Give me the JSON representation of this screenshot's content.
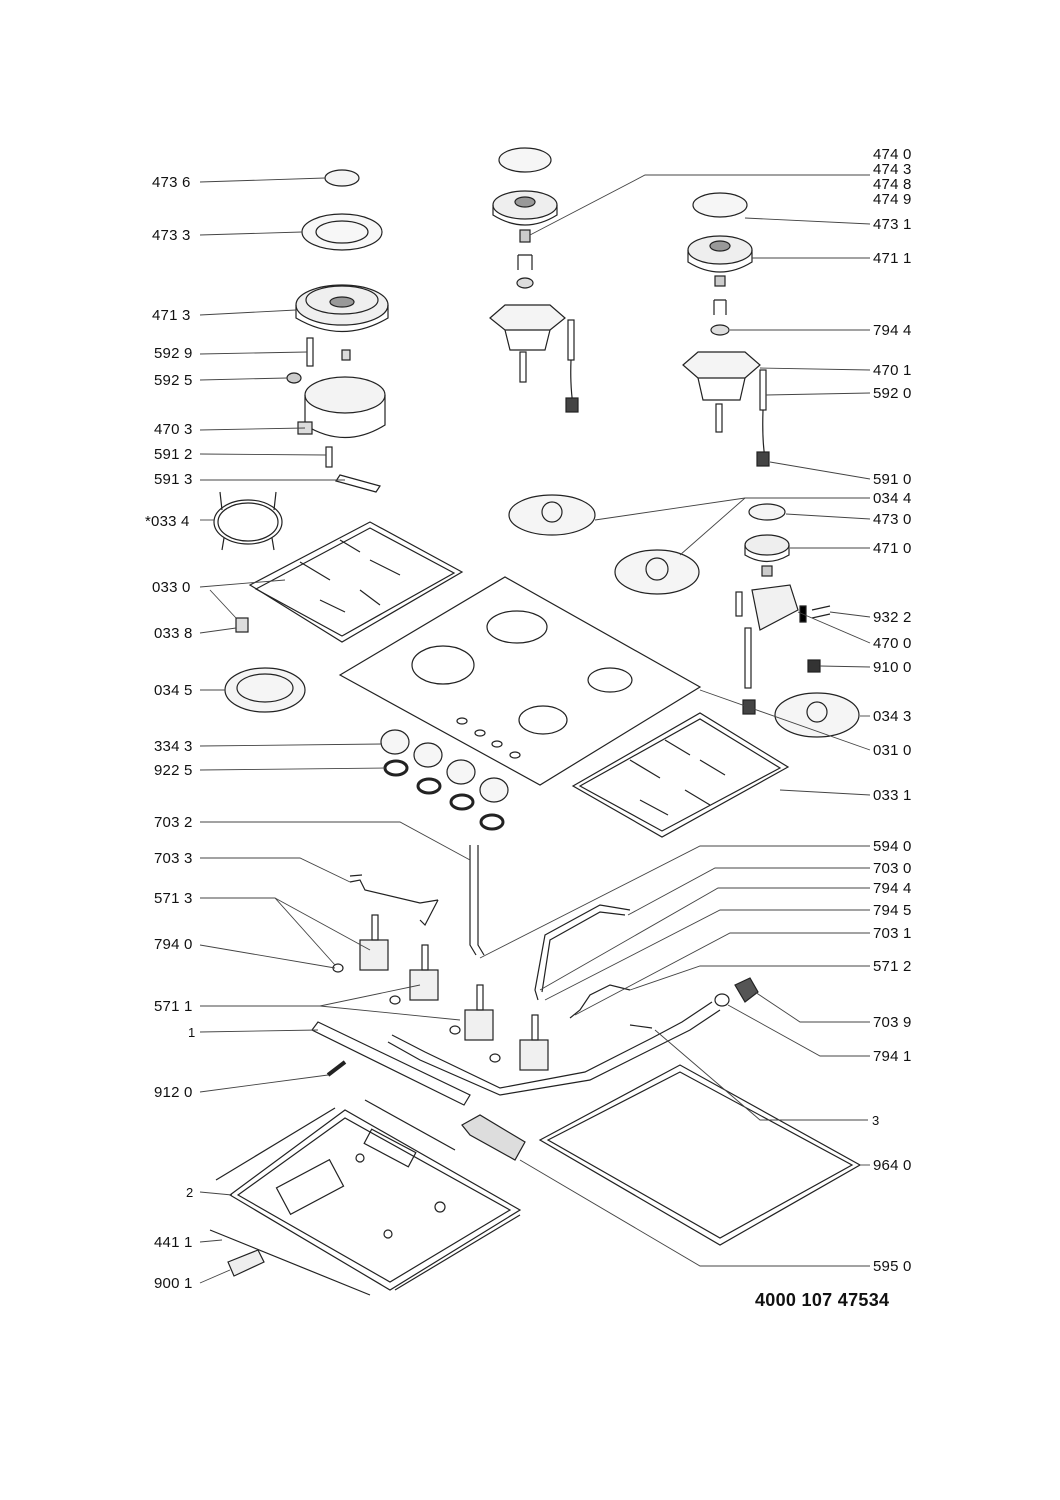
{
  "left_labels": [
    {
      "id": "l1",
      "text": "473 6"
    },
    {
      "id": "l2",
      "text": "473 3"
    },
    {
      "id": "l3",
      "text": "471 3"
    },
    {
      "id": "l4",
      "text": "592 9"
    },
    {
      "id": "l5",
      "text": "592 5"
    },
    {
      "id": "l6",
      "text": "470 3"
    },
    {
      "id": "l7",
      "text": "591 2"
    },
    {
      "id": "l8",
      "text": "591 3"
    },
    {
      "id": "l9",
      "text": "*033 4"
    },
    {
      "id": "l10",
      "text": "033 0"
    },
    {
      "id": "l11",
      "text": "033 8"
    },
    {
      "id": "l12",
      "text": "034 5"
    },
    {
      "id": "l13",
      "text": "334 3"
    },
    {
      "id": "l14",
      "text": "922 5"
    },
    {
      "id": "l15",
      "text": "703 2"
    },
    {
      "id": "l16",
      "text": "703 3"
    },
    {
      "id": "l17",
      "text": "571 3"
    },
    {
      "id": "l18",
      "text": "794 0"
    },
    {
      "id": "l19",
      "text": "571 1"
    },
    {
      "id": "l20",
      "text": "1"
    },
    {
      "id": "l21",
      "text": "912 0"
    },
    {
      "id": "l22",
      "text": "2"
    },
    {
      "id": "l23",
      "text": "441 1"
    },
    {
      "id": "l24",
      "text": "900 1"
    }
  ],
  "right_labels": [
    {
      "id": "r1",
      "text": "474 0"
    },
    {
      "id": "r2",
      "text": "474 3"
    },
    {
      "id": "r3",
      "text": "474 8"
    },
    {
      "id": "r4",
      "text": "474 9"
    },
    {
      "id": "r5",
      "text": "473 1"
    },
    {
      "id": "r6",
      "text": "471 1"
    },
    {
      "id": "r7",
      "text": "794 4"
    },
    {
      "id": "r8",
      "text": "470 1"
    },
    {
      "id": "r9",
      "text": "592 0"
    },
    {
      "id": "r10",
      "text": "591 0"
    },
    {
      "id": "r11",
      "text": "034 4"
    },
    {
      "id": "r12",
      "text": "473 0"
    },
    {
      "id": "r13",
      "text": "471 0"
    },
    {
      "id": "r14",
      "text": "932 2"
    },
    {
      "id": "r15",
      "text": "470 0"
    },
    {
      "id": "r16",
      "text": "910 0"
    },
    {
      "id": "r17",
      "text": "034 3"
    },
    {
      "id": "r18",
      "text": "031 0"
    },
    {
      "id": "r19",
      "text": "033 1"
    },
    {
      "id": "r20",
      "text": "594 0"
    },
    {
      "id": "r21",
      "text": "703 0"
    },
    {
      "id": "r22",
      "text": "794 4"
    },
    {
      "id": "r23",
      "text": "794 5"
    },
    {
      "id": "r24",
      "text": "703 1"
    },
    {
      "id": "r25",
      "text": "571 2"
    },
    {
      "id": "r26",
      "text": "703 9"
    },
    {
      "id": "r27",
      "text": "794 1"
    },
    {
      "id": "r28",
      "text": "3"
    },
    {
      "id": "r29",
      "text": "964 0"
    },
    {
      "id": "r30",
      "text": "595 0"
    }
  ],
  "document_code": "4000 107 47534"
}
